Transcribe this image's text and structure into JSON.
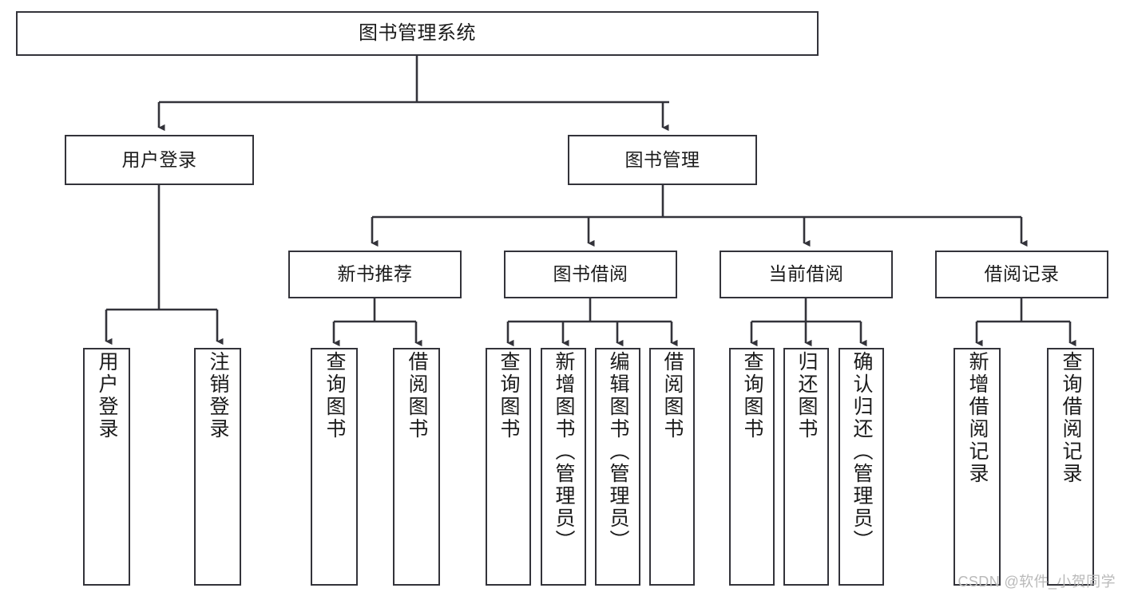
{
  "diagram": {
    "title": "图书管理系统",
    "type": "tree-hierarchy-diagram",
    "style": {
      "box_border_color": "#33333a",
      "box_fill_color": "#ffffff",
      "connector_color": "#33333a",
      "text_color": "#1b1b1b",
      "background": "#ffffff"
    },
    "root": {
      "label": "图书管理系统"
    },
    "level2": [
      {
        "label": "用户登录"
      },
      {
        "label": "图书管理"
      }
    ],
    "level3": [
      {
        "label": "新书推荐"
      },
      {
        "label": "图书借阅"
      },
      {
        "label": "当前借阅"
      },
      {
        "label": "借阅记录"
      }
    ],
    "leaves": {
      "user_login": [
        {
          "label": "用户登录"
        },
        {
          "label": "注销登录"
        }
      ],
      "new_book_recommend": [
        {
          "label": "查询图书"
        },
        {
          "label": "借阅图书"
        }
      ],
      "book_borrow": [
        {
          "label": "查询图书"
        },
        {
          "label": "新增图书（管理员）"
        },
        {
          "label": "编辑图书（管理员）"
        },
        {
          "label": "借阅图书"
        }
      ],
      "current_borrow": [
        {
          "label": "查询图书"
        },
        {
          "label": "归还图书"
        },
        {
          "label": "确认归还（管理员）"
        }
      ],
      "borrow_record": [
        {
          "label": "新增借阅记录"
        },
        {
          "label": "查询借阅记录"
        }
      ]
    }
  },
  "watermark": {
    "text": "CSDN @软件_小贺同学"
  }
}
